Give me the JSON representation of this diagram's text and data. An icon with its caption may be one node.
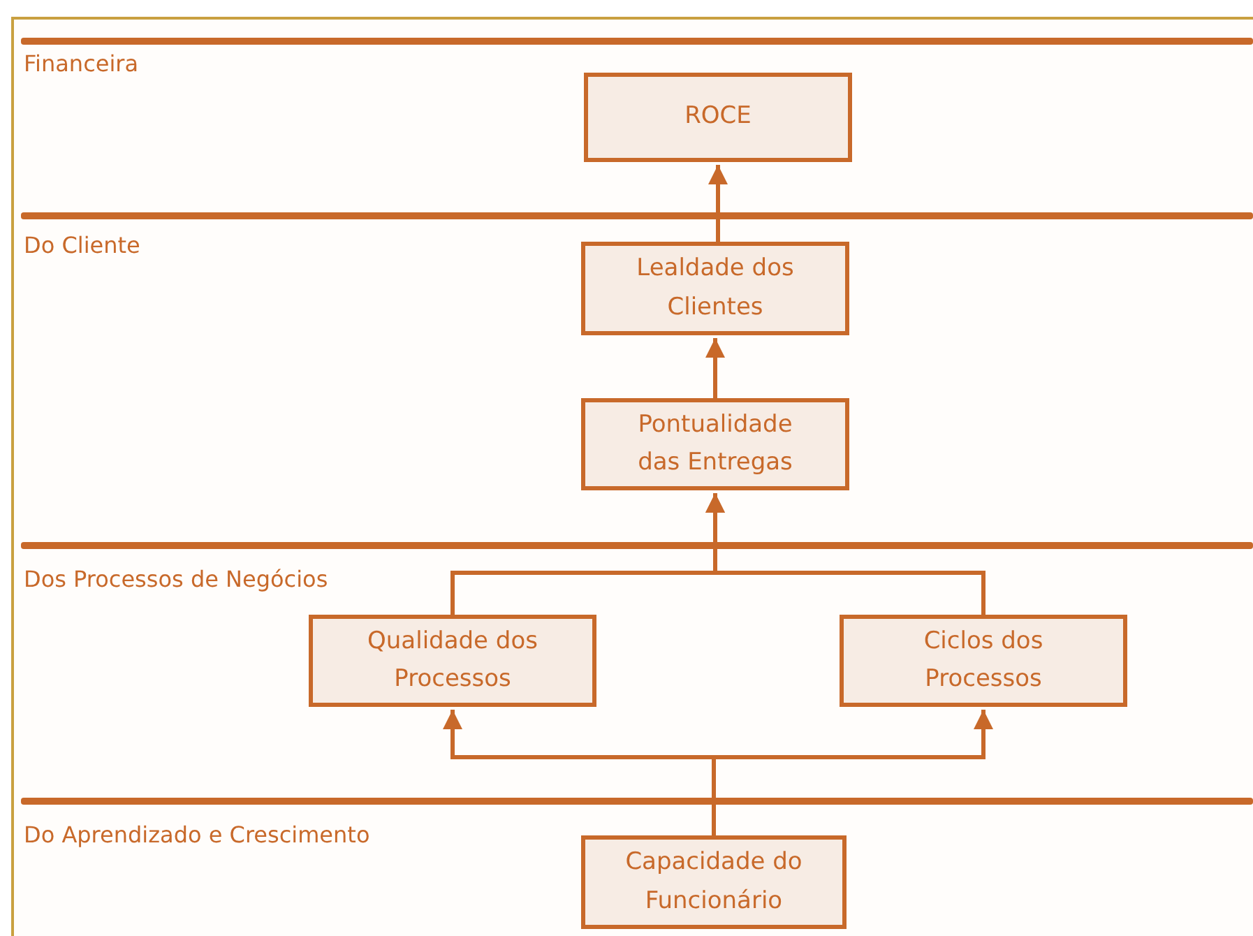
{
  "diagram": {
    "nodes": [
      {
        "text": [
          "ROCE"
        ]
      },
      {
        "text": [
          "Lealdade dos Clientes"
        ]
      },
      {
        "text": [
          "Pontualidade das Entregas"
        ]
      },
      {
        "text": [
          "Qualidade dos Processos"
        ]
      },
      {
        "text": [
          "Ciclos dos Processos"
        ]
      },
      {
        "text": [
          "Capacidade do Funcionário"
        ]
      }
    ],
    "edges": [
      {
        "from": 1,
        "to": 0,
        "arrow": "to"
      },
      {
        "from": 2,
        "to": 1,
        "arrow": "to"
      },
      {
        "from": 3,
        "to": 2,
        "arrow": "to"
      },
      {
        "from": 4,
        "to": 2,
        "arrow": "to"
      },
      {
        "from": 5,
        "to": 3,
        "arrow": "to"
      },
      {
        "from": 5,
        "to": 4,
        "arrow": "to"
      }
    ],
    "labels": [
      "Financeira",
      "Do Cliente",
      "Dos Processos de Negócios",
      "Do Aprendizado e Crescimento"
    ]
  }
}
